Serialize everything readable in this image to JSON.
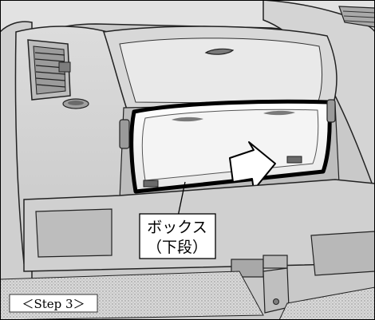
{
  "callout": {
    "line1": "ボックス",
    "line2": "（下段）"
  },
  "step_label": "＜Step 3＞"
}
